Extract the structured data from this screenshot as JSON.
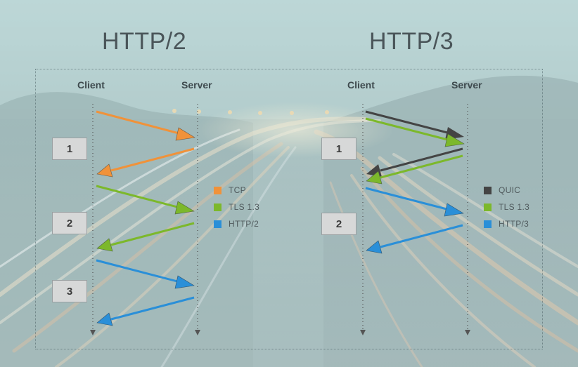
{
  "titles": {
    "left": "HTTP/2",
    "right": "HTTP/3"
  },
  "columns": {
    "client": "Client",
    "server": "Server"
  },
  "steps": {
    "http2": [
      "1",
      "2",
      "3"
    ],
    "http3": [
      "1",
      "2"
    ]
  },
  "legend": {
    "http2": [
      {
        "label": "TCP",
        "color": "#f0923a"
      },
      {
        "label": "TLS 1.3",
        "color": "#7cb82b"
      },
      {
        "label": "HTTP/2",
        "color": "#2a8fd8"
      }
    ],
    "http3": [
      {
        "label": "QUIC",
        "color": "#444444"
      },
      {
        "label": "TLS 1.3",
        "color": "#7cb82b"
      },
      {
        "label": "HTTP/3",
        "color": "#2a8fd8"
      }
    ]
  }
}
